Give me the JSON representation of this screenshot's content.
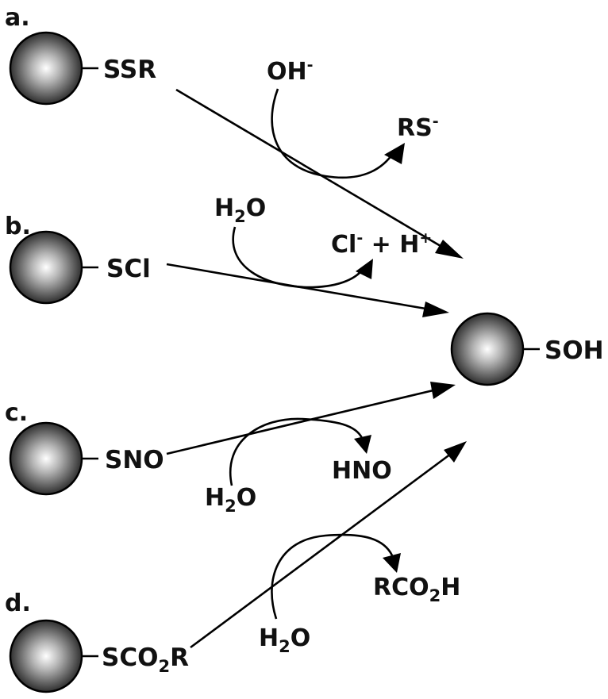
{
  "panels": [
    {
      "letter": "a.",
      "group": "SSR"
    },
    {
      "letter": "b.",
      "group": "SCl"
    },
    {
      "letter": "c.",
      "group": "SNO"
    },
    {
      "letter": "d.",
      "group_main": "SCO",
      "group_sub": "2",
      "group_tail": "R"
    }
  ],
  "product": {
    "group": "SOH"
  },
  "reagents": {
    "a": {
      "in_main": "OH",
      "in_sup": "-",
      "out_main": "RS",
      "out_sup": "-"
    },
    "b": {
      "in_main": "H",
      "in_sub": "2",
      "in_tail": "O",
      "out_1": "Cl",
      "out_1_sup": "-",
      "out_mid": " + H",
      "out_2_sup": "+"
    },
    "c": {
      "in_main": "H",
      "in_sub": "2",
      "in_tail": "O",
      "out": "HNO"
    },
    "d": {
      "in_main": "H",
      "in_sub": "2",
      "in_tail": "O",
      "out_main": "RCO",
      "out_sub": "2",
      "out_tail": "H"
    }
  }
}
